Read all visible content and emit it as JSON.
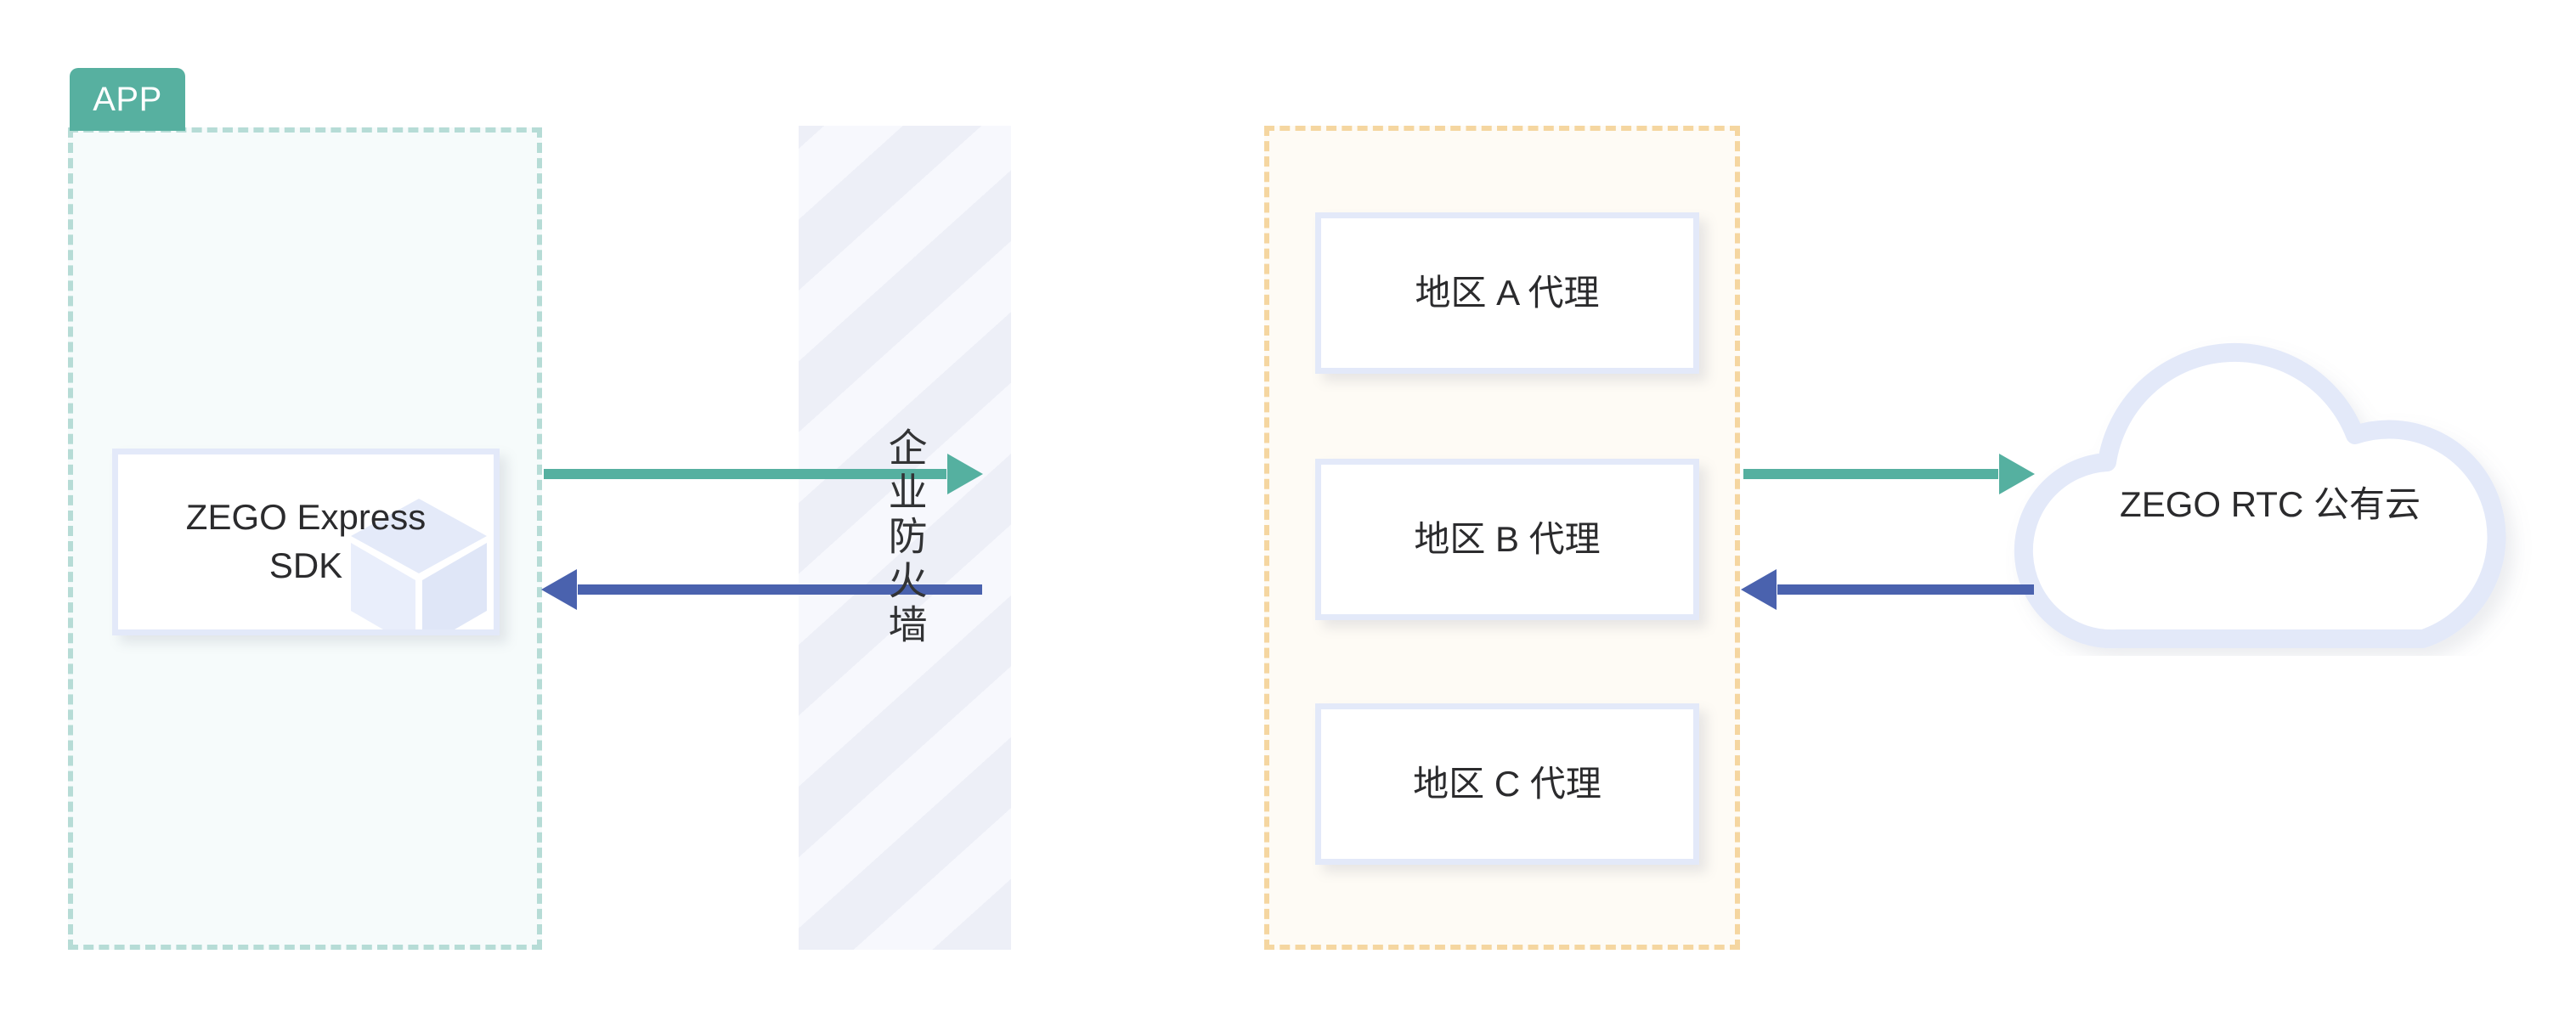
{
  "diagram": {
    "title": "ZEGO Express SDK proxy access architecture",
    "colors": {
      "app_accent": "#57B0A0",
      "app_zone_border": "#B6DCD6",
      "app_zone_fill": "#F6FBFB",
      "card_border": "#E3E9F9",
      "proxy_zone_border": "#F5D6A0",
      "proxy_zone_fill": "#FEFBF5",
      "firewall_stripe_a": "#EDEFF7",
      "firewall_stripe_b": "#F7F8FD",
      "arrow_uplink": "#55B0A0",
      "arrow_downlink": "#4A62AE",
      "cloud_border": "#E3E9F9",
      "text": "#2B2B2D"
    }
  },
  "app_zone": {
    "badge_label": "APP",
    "sdk": {
      "label": "ZEGO Express\nSDK",
      "watermark_icon": "cube-icon"
    }
  },
  "firewall": {
    "label": "企业防火墙",
    "characters": [
      "企",
      "业",
      "防",
      "火",
      "墙"
    ]
  },
  "proxy_zone": {
    "proxies": [
      {
        "id": "region-a",
        "label": "地区 A 代理"
      },
      {
        "id": "region-b",
        "label": "地区 B 代理"
      },
      {
        "id": "region-c",
        "label": "地区 C 代理"
      }
    ]
  },
  "cloud": {
    "label": "ZEGO RTC 公有云",
    "icon": "cloud-icon"
  },
  "arrows": [
    {
      "id": "sdk-to-proxy",
      "direction": "right",
      "color": "#55B0A0",
      "kind": "uplink"
    },
    {
      "id": "proxy-to-cloud",
      "direction": "right",
      "color": "#55B0A0",
      "kind": "uplink"
    },
    {
      "id": "proxy-to-sdk",
      "direction": "left",
      "color": "#4A62AE",
      "kind": "downlink"
    },
    {
      "id": "cloud-to-proxy",
      "direction": "left",
      "color": "#4A62AE",
      "kind": "downlink"
    }
  ]
}
